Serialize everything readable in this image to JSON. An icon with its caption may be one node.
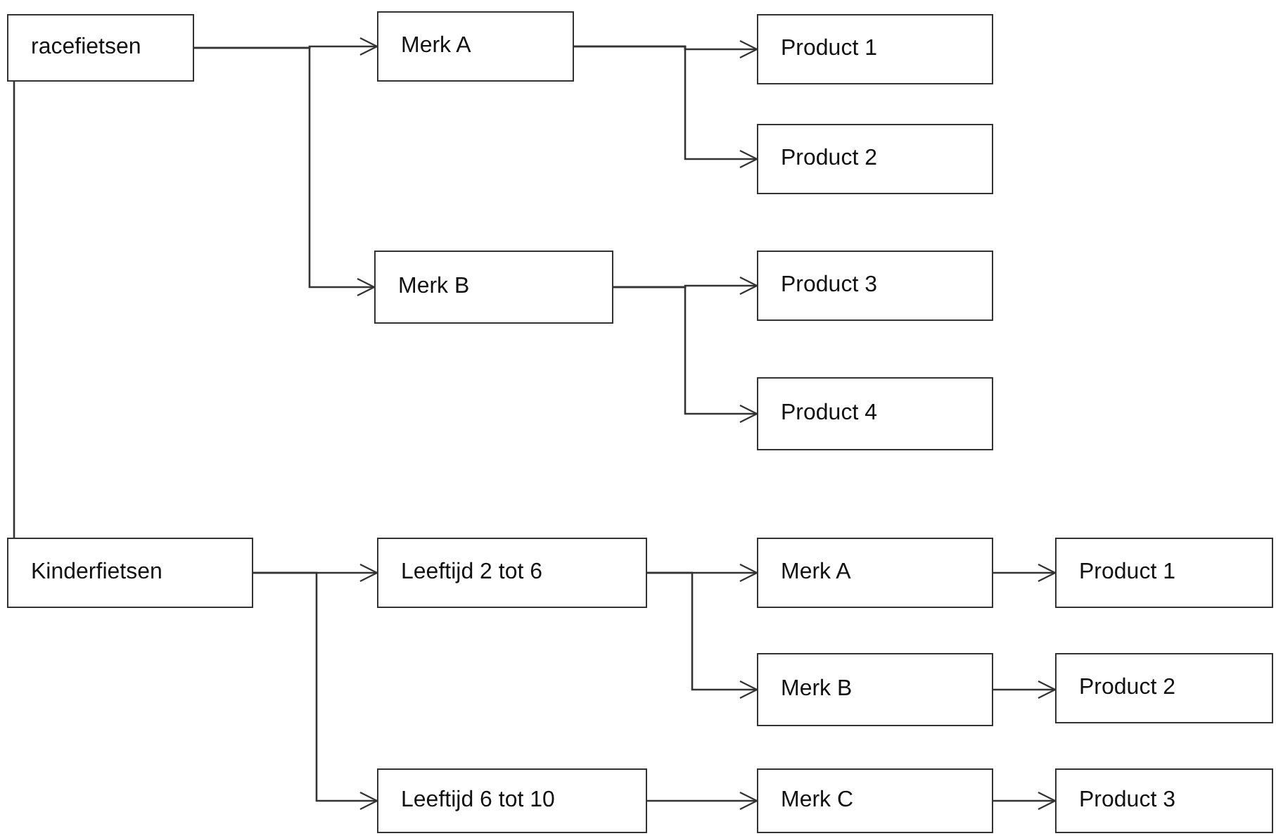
{
  "diagram": {
    "nodes": [
      {
        "text": [
          "racefietsen"
        ]
      },
      {
        "text": [
          "Merk A"
        ]
      },
      {
        "text": [
          "Product 1"
        ]
      },
      {
        "text": [
          "Product 2"
        ]
      },
      {
        "text": [
          "Merk B"
        ]
      },
      {
        "text": [
          "Product 3"
        ]
      },
      {
        "text": [
          "Product 4"
        ]
      },
      {
        "text": [
          "Kinderfietsen"
        ]
      },
      {
        "text": [
          "Leeftijd 2 tot 6"
        ]
      },
      {
        "text": [
          "Merk A"
        ]
      },
      {
        "text": [
          "Product 1"
        ]
      },
      {
        "text": [
          "Merk B"
        ]
      },
      {
        "text": [
          "Product 2"
        ]
      },
      {
        "text": [
          "Leeftijd 6 tot 10"
        ]
      },
      {
        "text": [
          "Merk C"
        ]
      },
      {
        "text": [
          "Product 3"
        ]
      }
    ],
    "edges": [
      {
        "from": 0,
        "to": 1,
        "arrow": "to"
      },
      {
        "from": 0,
        "to": 4,
        "arrow": "to"
      },
      {
        "from": 1,
        "to": 2,
        "arrow": "to"
      },
      {
        "from": 1,
        "to": 3,
        "arrow": "to"
      },
      {
        "from": 4,
        "to": 5,
        "arrow": "to"
      },
      {
        "from": 4,
        "to": 6,
        "arrow": "to"
      },
      {
        "from": 0,
        "to": 7,
        "arrow": "none"
      },
      {
        "from": 7,
        "to": 8,
        "arrow": "to"
      },
      {
        "from": 7,
        "to": 13,
        "arrow": "to"
      },
      {
        "from": 8,
        "to": 9,
        "arrow": "to"
      },
      {
        "from": 8,
        "to": 11,
        "arrow": "to"
      },
      {
        "from": 9,
        "to": 10,
        "arrow": "to"
      },
      {
        "from": 11,
        "to": 12,
        "arrow": "to"
      },
      {
        "from": 13,
        "to": 14,
        "arrow": "to"
      },
      {
        "from": 14,
        "to": 15,
        "arrow": "to"
      }
    ]
  }
}
